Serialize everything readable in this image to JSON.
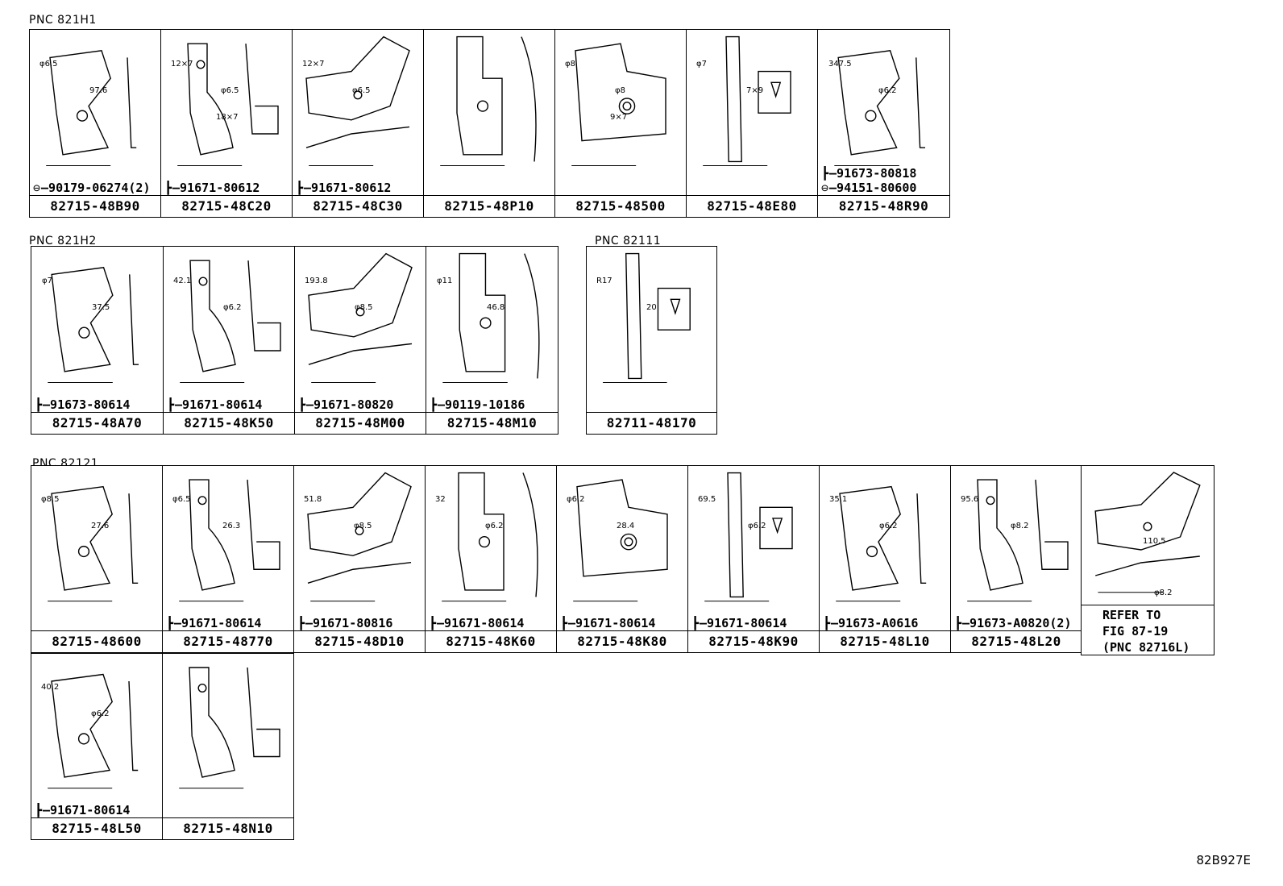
{
  "sections": [
    {
      "pnc": "PNC 821H1"
    },
    {
      "pnc": "PNC 821H2"
    },
    {
      "pnc": "PNC 82111"
    },
    {
      "pnc": "PNC 82121"
    }
  ],
  "row1": [
    {
      "part": "82715-48B90",
      "fasteners": [
        {
          "icon": "nut-icon",
          "text": "90179-06274(2)"
        }
      ],
      "dims": [
        "φ6.5",
        "97.6"
      ]
    },
    {
      "part": "82715-48C20",
      "fasteners": [
        {
          "icon": "bolt-icon",
          "text": "91671-80612"
        }
      ],
      "dims": [
        "12×7",
        "φ6.5",
        "18×7"
      ]
    },
    {
      "part": "82715-48C30",
      "fasteners": [
        {
          "icon": "bolt-icon",
          "text": "91671-80612"
        }
      ],
      "dims": [
        "12×7",
        "φ6.5"
      ]
    },
    {
      "part": "82715-48P10",
      "fasteners": [],
      "dims": []
    },
    {
      "part": "82715-48500",
      "fasteners": [],
      "dims": [
        "φ8",
        "φ8",
        "9×7"
      ]
    },
    {
      "part": "82715-48E80",
      "fasteners": [],
      "dims": [
        "φ7",
        "7×9"
      ]
    },
    {
      "part": "82715-48R90",
      "fasteners": [
        {
          "icon": "bolt-icon",
          "text": "91673-80818"
        },
        {
          "icon": "nut-icon",
          "text": "94151-80600"
        }
      ],
      "dims": [
        "347.5",
        "φ6.2"
      ]
    }
  ],
  "row2": [
    {
      "part": "82715-48A70",
      "fasteners": [
        {
          "icon": "bolt-icon",
          "text": "91673-80614"
        }
      ],
      "dims": [
        "φ7",
        "37.5"
      ]
    },
    {
      "part": "82715-48K50",
      "fasteners": [
        {
          "icon": "bolt-icon",
          "text": "91671-80614"
        }
      ],
      "dims": [
        "42.1",
        "φ6.2"
      ]
    },
    {
      "part": "82715-48M00",
      "fasteners": [
        {
          "icon": "bolt-icon",
          "text": "91671-80820"
        }
      ],
      "dims": [
        "193.8",
        "φ8.5"
      ]
    },
    {
      "part": "82715-48M10",
      "fasteners": [
        {
          "icon": "bolt-icon",
          "text": "90119-10186"
        }
      ],
      "dims": [
        "φ11",
        "46.8"
      ]
    }
  ],
  "row2b": [
    {
      "part": "82711-48170",
      "fasteners": [],
      "dims": [
        "R17",
        "20"
      ]
    }
  ],
  "row3": [
    {
      "part": "82715-48600",
      "fasteners": [],
      "dims": [
        "φ8.5",
        "27.6"
      ]
    },
    {
      "part": "82715-48770",
      "fasteners": [
        {
          "icon": "bolt-icon",
          "text": "91671-80614"
        }
      ],
      "dims": [
        "φ6.5",
        "26.3"
      ]
    },
    {
      "part": "82715-48D10",
      "fasteners": [
        {
          "icon": "bolt-icon",
          "text": "91671-80816"
        }
      ],
      "dims": [
        "51.8",
        "φ8.5"
      ]
    },
    {
      "part": "82715-48K60",
      "fasteners": [
        {
          "icon": "bolt-icon",
          "text": "91671-80614"
        }
      ],
      "dims": [
        "32",
        "φ6.2"
      ]
    },
    {
      "part": "82715-48K80",
      "fasteners": [
        {
          "icon": "bolt-icon",
          "text": "91671-80614"
        }
      ],
      "dims": [
        "φ6.2",
        "28.4"
      ]
    },
    {
      "part": "82715-48K90",
      "fasteners": [
        {
          "icon": "bolt-icon",
          "text": "91671-80614"
        }
      ],
      "dims": [
        "69.5",
        "φ6.2"
      ]
    },
    {
      "part": "82715-48L10",
      "fasteners": [
        {
          "icon": "bolt-icon",
          "text": "91673-A0616"
        }
      ],
      "dims": [
        "35.1",
        "φ6.2"
      ]
    },
    {
      "part": "82715-48L20",
      "fasteners": [
        {
          "icon": "bolt-icon",
          "text": "91673-A0820(2)"
        }
      ],
      "dims": [
        "95.6",
        "φ8.2"
      ]
    }
  ],
  "refer": {
    "line1": "REFER TO",
    "line2": "FIG 87-19",
    "line3": "(PNC 82716L)",
    "dims": [
      "110.5",
      "φ8.2"
    ]
  },
  "row4": [
    {
      "part": "82715-48L50",
      "fasteners": [
        {
          "icon": "bolt-icon",
          "text": "91671-80614"
        }
      ],
      "dims": [
        "40.2",
        "φ6.2"
      ]
    },
    {
      "part": "82715-48N10",
      "fasteners": [],
      "dims": []
    }
  ],
  "ref_code": "82B927E"
}
